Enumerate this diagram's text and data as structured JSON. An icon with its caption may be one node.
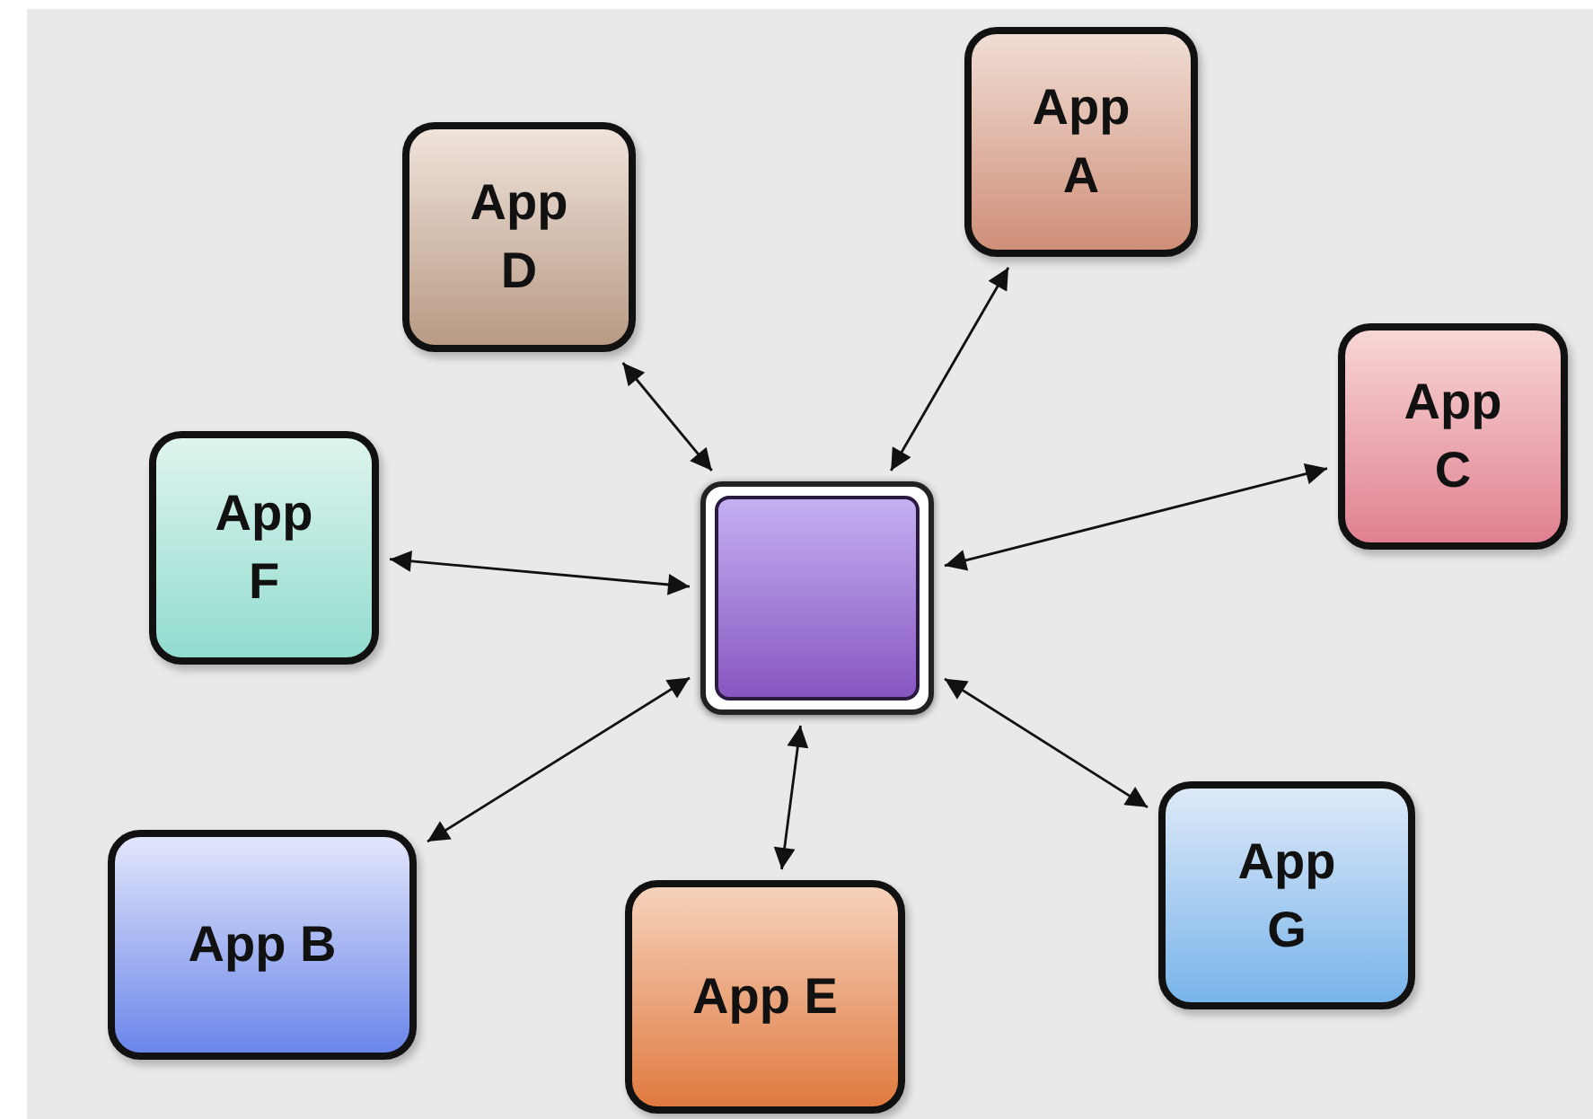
{
  "diagram": {
    "nodes": [
      {
        "text": [
          "App A"
        ]
      },
      {
        "text": [
          "App D"
        ]
      },
      {
        "text": [
          "App C"
        ]
      },
      {
        "text": [
          "App F"
        ]
      },
      {
        "text": [],
        "shape": "box"
      },
      {
        "text": [
          "App G"
        ]
      },
      {
        "text": [
          "App B"
        ]
      },
      {
        "text": [
          "App E"
        ]
      }
    ],
    "edges": [
      {
        "from": 4,
        "to": 0,
        "arrow": "both"
      },
      {
        "from": 4,
        "to": 1,
        "arrow": "both"
      },
      {
        "from": 4,
        "to": 2,
        "arrow": "both"
      },
      {
        "from": 4,
        "to": 3,
        "arrow": "both"
      },
      {
        "from": 4,
        "to": 5,
        "arrow": "both"
      },
      {
        "from": 4,
        "to": 6,
        "arrow": "both"
      },
      {
        "from": 4,
        "to": 7,
        "arrow": "both"
      }
    ]
  }
}
